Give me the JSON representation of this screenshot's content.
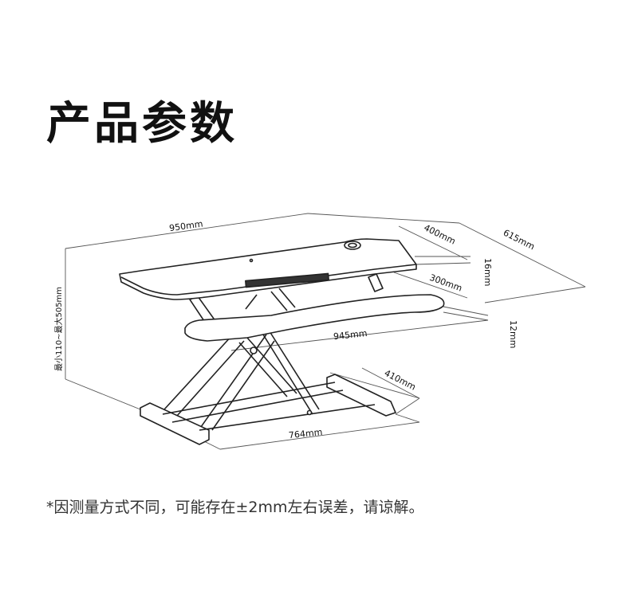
{
  "title": "产品参数",
  "dimensions": {
    "top_width": "950mm",
    "top_depth": "400mm",
    "overall_depth": "615mm",
    "top_thickness": "16mm",
    "keyboard_depth": "300mm",
    "keyboard_width": "945mm",
    "keyboard_thickness": "12mm",
    "base_depth": "410mm",
    "base_width": "764mm",
    "height_range": "最小110~最大505mm"
  },
  "note": "*因测量方式不同，可能存在±2mm左右误差，请谅解。",
  "colors": {
    "line": "#222222",
    "dimension_line": "#555555",
    "text": "#111111"
  }
}
